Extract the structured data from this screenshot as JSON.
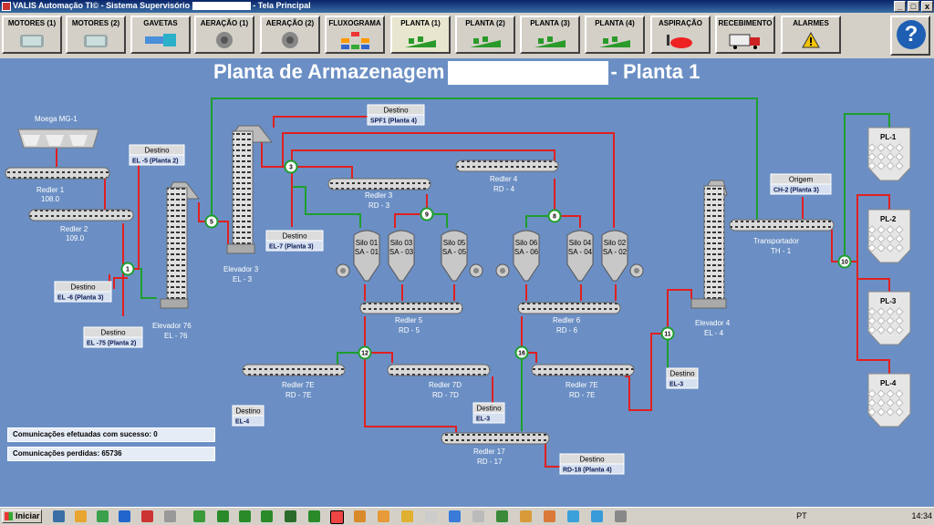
{
  "window": {
    "title": "VALIS Automação TI© - Sistema Supervisório",
    "title_suffix": "- Tela Principal"
  },
  "menu": [
    {
      "label": "MOTORES (1)",
      "icon": "motor-icon"
    },
    {
      "label": "MOTORES (2)",
      "icon": "motor-icon"
    },
    {
      "label": "GAVETAS",
      "icon": "gate-icon"
    },
    {
      "label": "AERAÇÃO (1)",
      "icon": "fan-icon"
    },
    {
      "label": "AERAÇÃO (2)",
      "icon": "fan-icon"
    },
    {
      "label": "FLUXOGRAMA",
      "icon": "flowchart-icon"
    },
    {
      "label": "PLANTA (1)",
      "icon": "plant-icon"
    },
    {
      "label": "PLANTA (2)",
      "icon": "plant-icon"
    },
    {
      "label": "PLANTA (3)",
      "icon": "plant-icon"
    },
    {
      "label": "PLANTA (4)",
      "icon": "plant-icon"
    },
    {
      "label": "ASPIRAÇÃO",
      "icon": "vacuum-icon"
    },
    {
      "label": "RECEBIMENTO",
      "icon": "truck-icon"
    },
    {
      "label": "ALARMES",
      "icon": "warning-icon"
    }
  ],
  "page": {
    "title_left": "Planta de Armazenagem",
    "title_right": "- Planta 1"
  },
  "labels": {
    "moega": "Moega  MG-1",
    "redler1": "Redler 1",
    "redler1_val": "108.0",
    "redler2": "Redler 2",
    "redler2_val": "109.0",
    "redler3": "Redler 3",
    "redler3_id": "RD - 3",
    "redler4": "Redler 4",
    "redler4_id": "RD - 4",
    "redler5": "Redler 5",
    "redler5_id": "RD - 5",
    "redler6": "Redler 6",
    "redler6_id": "RD - 6",
    "redler7e_a": "Redler 7E",
    "redler7e_a_id": "RD - 7E",
    "redler7d": "Redler 7D",
    "redler7d_id": "RD - 7D",
    "redler7e_b": "Redler 7E",
    "redler7e_b_id": "RD - 7E",
    "redler17": "Redler 17",
    "redler17_id": "RD - 17",
    "elev3": "Elevador 3",
    "elev3_id": "EL - 3",
    "elev76": "Elevador 76",
    "elev76_id": "EL - 76",
    "elev4": "Elevador 4",
    "elev4_id": "EL - 4",
    "transp": "Transportador",
    "transp_id": "TH - 1"
  },
  "destinos": [
    {
      "head": "Destino",
      "val": "SPF1  (Planta 4)"
    },
    {
      "head": "Destino",
      "val": "EL -5 (Planta 2)"
    },
    {
      "head": "Destino",
      "val": "EL-7  (Planta 3)"
    },
    {
      "head": "Destino",
      "val": "EL -6 (Planta 3)"
    },
    {
      "head": "Destino",
      "val": "EL -75 (Planta 2)"
    },
    {
      "head": "Destino",
      "val": "EL-4"
    },
    {
      "head": "Destino",
      "val": "EL-3"
    },
    {
      "head": "Destino",
      "val": "EL-3"
    },
    {
      "head": "Destino",
      "val": "RD-18  (Planta 4)"
    },
    {
      "head": "Origem",
      "val": "CH-2 (Planta 3)"
    }
  ],
  "silos": [
    {
      "a": "Silo 01",
      "b": "SA - 01"
    },
    {
      "a": "Silo 03",
      "b": "SA - 03"
    },
    {
      "a": "Silo 05",
      "b": "SA - 05"
    },
    {
      "a": "Silo 06",
      "b": "SA - 06"
    },
    {
      "a": "Silo 04",
      "b": "SA - 04"
    },
    {
      "a": "Silo 02",
      "b": "SA - 02"
    }
  ],
  "bins": [
    "PL-1",
    "PL-2",
    "PL-3",
    "PL-4"
  ],
  "valves": [
    "1",
    "3",
    "5",
    "8",
    "9",
    "10",
    "11",
    "12",
    "16"
  ],
  "status": {
    "ok": "Comunicações efetuadas com sucesso: 0",
    "lost": "Comunicações perdidas: 65736"
  },
  "taskbar": {
    "start": "Iniciar",
    "lang": "PT",
    "time": "14:34"
  },
  "colors": {
    "background": "#6b8fc4",
    "active_line": "#1e9e2e",
    "inactive_line": "#e02020"
  }
}
